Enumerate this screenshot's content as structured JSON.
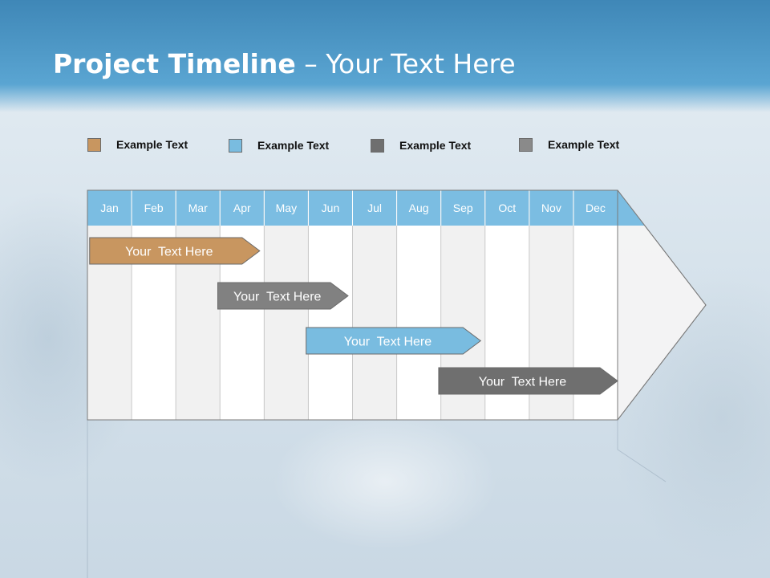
{
  "header": {
    "title_bold": "Project Timeline",
    "title_rest": " – Your Text Here"
  },
  "legend": [
    {
      "label": "Example Text",
      "color": "#c89660"
    },
    {
      "label": "Example Text",
      "color": "#79bce0"
    },
    {
      "label": "Example Text",
      "color": "#6f6f6f"
    },
    {
      "label": "Example Text",
      "color": "#8a8a8a"
    }
  ],
  "timeline": {
    "months": [
      "Jan",
      "Feb",
      "Mar",
      "Apr",
      "May",
      "Jun",
      "Jul",
      "Aug",
      "Sep",
      "Oct",
      "Nov",
      "Dec"
    ],
    "header_color": "#7bbde2",
    "bars": [
      {
        "label": "Your  Text Here",
        "start_month": 0.05,
        "end_month": 3.9,
        "color": "#c89660"
      },
      {
        "label": "Your  Text Here",
        "start_month": 2.95,
        "end_month": 5.9,
        "color": "#818181"
      },
      {
        "label": "Your  Text Here",
        "start_month": 4.95,
        "end_month": 8.9,
        "color": "#79bce0"
      },
      {
        "label": "Your  Text Here",
        "start_month": 7.95,
        "end_month": 12.0,
        "color": "#6f6f6f"
      }
    ]
  }
}
